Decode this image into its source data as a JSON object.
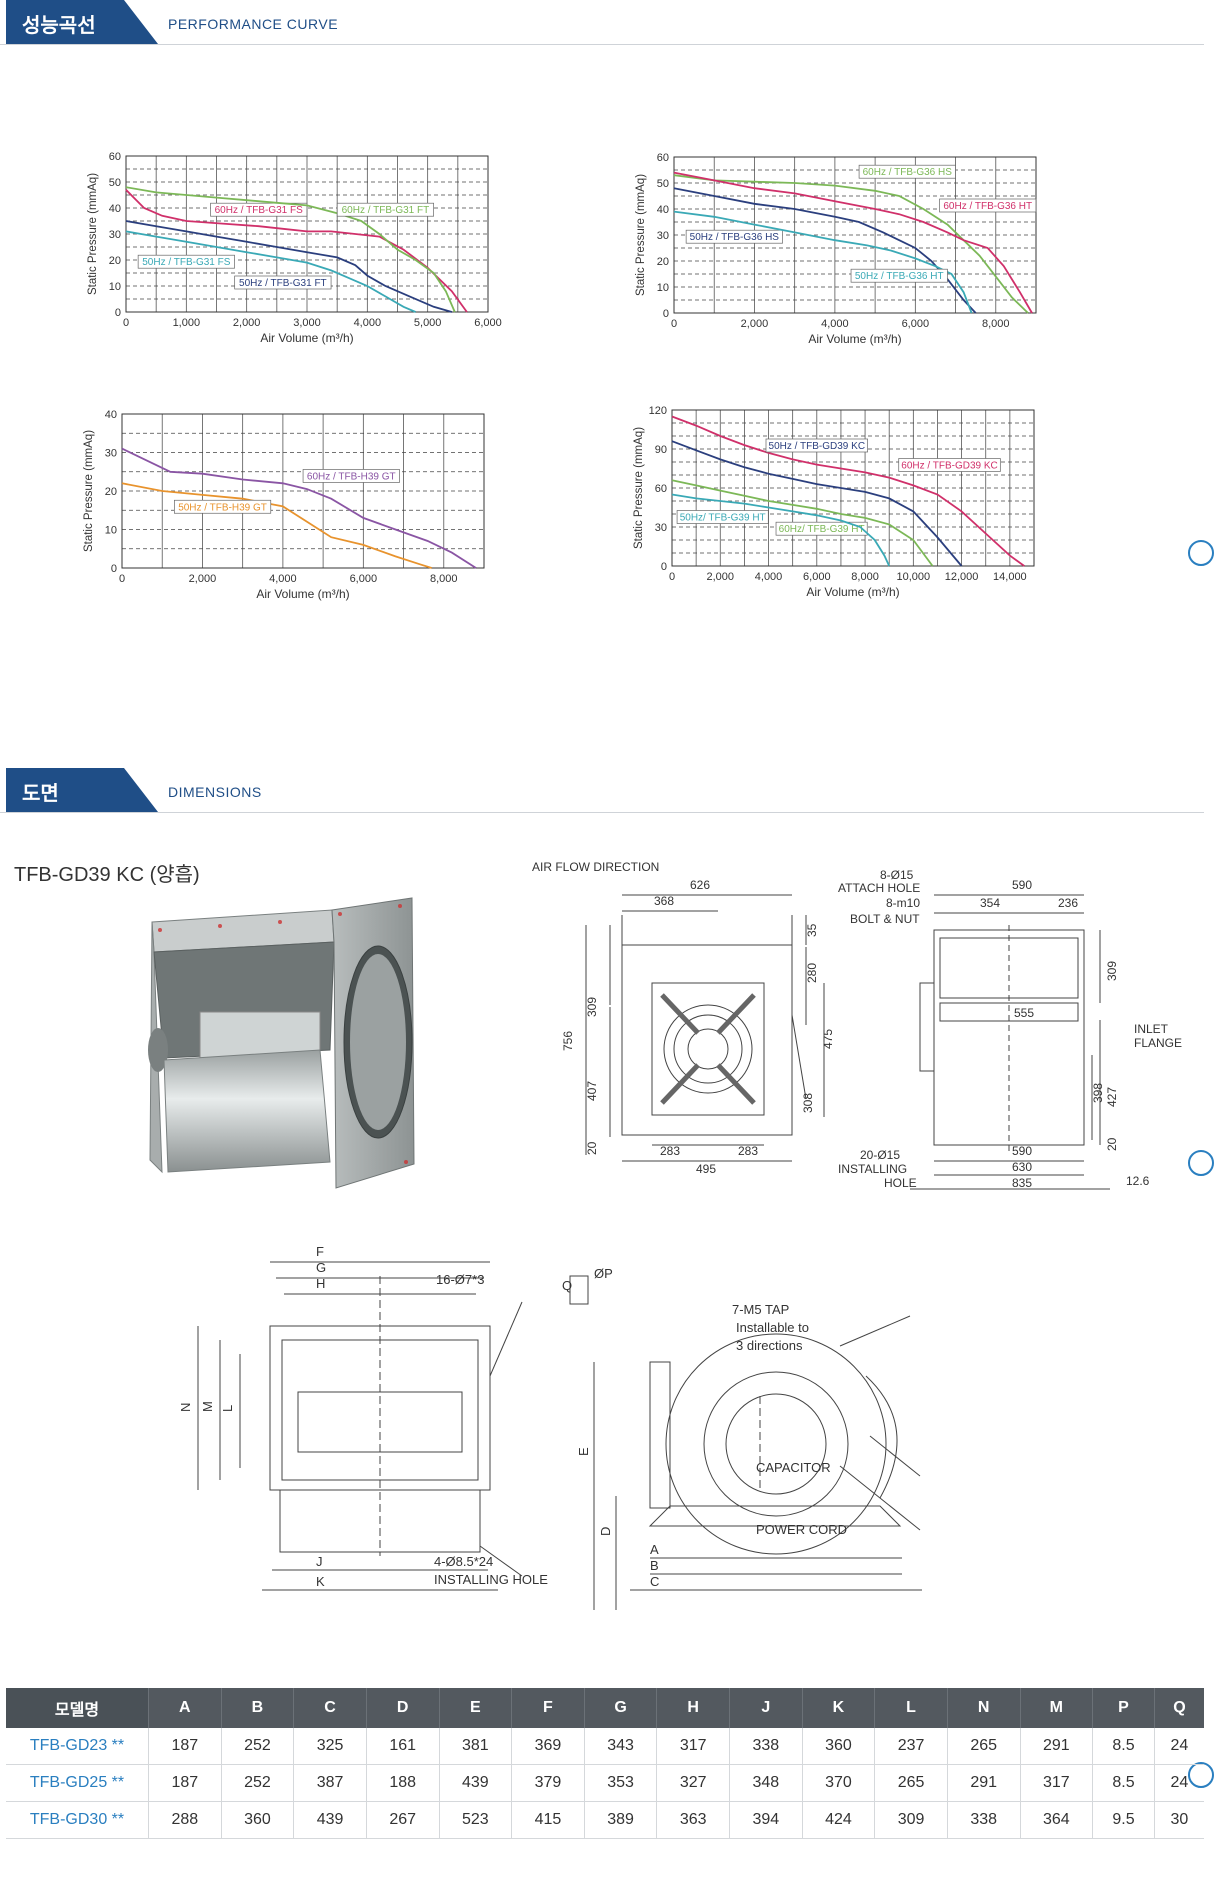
{
  "sections": {
    "performance": {
      "ko": "성능곡선",
      "en": "PERFORMANCE CURVE"
    },
    "dimensions": {
      "ko": "도면",
      "en": "DIMENSIONS"
    }
  },
  "model_title": "TFB-GD39 KC (양흡)",
  "colors": {
    "red": "#d0306a",
    "green": "#7cb857",
    "navy": "#2b3f7e",
    "teal": "#3aa9b6",
    "purple": "#8a55a4",
    "orange": "#e8932d",
    "header_blue": "#1f4e87"
  },
  "chart_data": [
    {
      "type": "line",
      "ylabel": "Static Pressure (mmAq)",
      "xlabel": "Air Volume (m³/h)",
      "xlim": [
        0,
        6000
      ],
      "ylim": [
        0,
        60
      ],
      "xticks": [
        0,
        1000,
        2000,
        3000,
        4000,
        5000,
        6000
      ],
      "xtick_labels": [
        "0",
        "1,000",
        "2,000",
        "3,000",
        "4,000",
        "5,000",
        "6,000"
      ],
      "yticks": [
        0,
        10,
        20,
        30,
        40,
        50,
        60
      ],
      "series": [
        {
          "name": "60Hz / TFB-G31 FS",
          "color": "red",
          "x": [
            0,
            300,
            600,
            1000,
            1600,
            2200,
            2600,
            3000,
            3400,
            3800,
            4200,
            4600,
            5000,
            5400,
            5650
          ],
          "y": [
            47,
            40,
            37,
            35,
            34,
            33,
            32,
            31,
            31,
            30,
            29,
            24,
            17,
            8,
            0
          ],
          "label_at": [
            2200,
            38
          ]
        },
        {
          "name": "60Hz / TFB-G31 FT",
          "color": "green",
          "x": [
            0,
            500,
            1000,
            1500,
            2000,
            2500,
            3000,
            3500,
            3900,
            4200,
            4500,
            4800,
            5100,
            5300,
            5450
          ],
          "y": [
            48,
            46,
            45,
            44,
            43,
            42,
            41,
            38,
            35,
            30,
            24,
            20,
            15,
            8,
            0
          ],
          "label_at": [
            4300,
            38
          ]
        },
        {
          "name": "50Hz / TFB-G31 FT",
          "color": "navy",
          "x": [
            0,
            500,
            1000,
            1500,
            2000,
            2500,
            3000,
            3500,
            3800,
            4000,
            4300,
            4700,
            5100,
            5400
          ],
          "y": [
            35,
            33,
            31,
            29,
            27,
            25,
            23,
            21,
            18,
            14,
            10,
            6,
            2,
            0
          ],
          "label_at": [
            2600,
            10
          ]
        },
        {
          "name": "50Hz / TFB-G31 FS",
          "color": "teal",
          "x": [
            0,
            500,
            1000,
            1500,
            2000,
            2500,
            3000,
            3400,
            3700,
            4000,
            4300,
            4600,
            4800
          ],
          "y": [
            31,
            29,
            27,
            25,
            23,
            21,
            19,
            16,
            13,
            10,
            6,
            2,
            0
          ],
          "label_at": [
            1000,
            18
          ]
        }
      ]
    },
    {
      "type": "line",
      "ylabel": "Static Pressure (mmAq)",
      "xlabel": "Air Volume (m³/h)",
      "xlim": [
        0,
        9000
      ],
      "ylim": [
        0,
        60
      ],
      "xticks": [
        0,
        2000,
        4000,
        6000,
        8000
      ],
      "xtick_labels": [
        "0",
        "2,000",
        "4,000",
        "6,000",
        "8,000"
      ],
      "yticks": [
        0,
        10,
        20,
        30,
        40,
        50,
        60
      ],
      "series": [
        {
          "name": "60Hz / TFB-G36 HS",
          "color": "green",
          "x": [
            0,
            1000,
            2000,
            3000,
            4000,
            5000,
            5600,
            6200,
            6800,
            7200,
            7600,
            8000,
            8400,
            8800
          ],
          "y": [
            53,
            51,
            50.5,
            50,
            49,
            47,
            45,
            40,
            34,
            28,
            22,
            14,
            6,
            0
          ],
          "label_at": [
            5800,
            53
          ]
        },
        {
          "name": "60Hz / TFB-G36 HT",
          "color": "red",
          "x": [
            0,
            1000,
            2000,
            3000,
            4000,
            5000,
            5600,
            6200,
            6800,
            7200,
            7800,
            8200,
            8600,
            8900
          ],
          "y": [
            54,
            51,
            48,
            46,
            43,
            40,
            38,
            35,
            31,
            28,
            25,
            18,
            8,
            0
          ],
          "label_at": [
            7800,
            40
          ]
        },
        {
          "name": "50Hz / TFB-G36 HS",
          "color": "navy",
          "x": [
            0,
            1000,
            2000,
            3000,
            4000,
            4600,
            5200,
            5600,
            6000,
            6400,
            6800,
            7200,
            7500
          ],
          "y": [
            48,
            45,
            42,
            40,
            37,
            35,
            31,
            28,
            25,
            20,
            13,
            5,
            0
          ],
          "label_at": [
            1500,
            28
          ]
        },
        {
          "name": "50Hz / TFB-G36 HT",
          "color": "teal",
          "x": [
            0,
            1000,
            2000,
            3000,
            4000,
            4800,
            5400,
            6000,
            6500,
            6900,
            7200,
            7400
          ],
          "y": [
            39,
            37,
            34,
            31,
            28,
            26,
            24,
            21,
            18,
            15,
            8,
            0
          ],
          "label_at": [
            5600,
            13
          ]
        }
      ]
    },
    {
      "type": "line",
      "ylabel": "Static Pressure (mmAq)",
      "xlabel": "Air Volume (m³/h)",
      "xlim": [
        0,
        9000
      ],
      "ylim": [
        0,
        40
      ],
      "xticks": [
        0,
        2000,
        4000,
        6000,
        8000
      ],
      "xtick_labels": [
        "0",
        "2,000",
        "4,000",
        "6,000",
        "8,000"
      ],
      "yticks": [
        0,
        10,
        20,
        30,
        40
      ],
      "series": [
        {
          "name": "60Hz / TFB-H39 GT",
          "color": "purple",
          "x": [
            0,
            600,
            1200,
            2000,
            3000,
            4000,
            4600,
            5200,
            6000,
            6800,
            7600,
            8200,
            8800
          ],
          "y": [
            31,
            28,
            25,
            24.5,
            23,
            22,
            20.5,
            18,
            13,
            10,
            7,
            4,
            0
          ],
          "label_at": [
            5700,
            23
          ]
        },
        {
          "name": "50Hz / TFB-H39 GT",
          "color": "orange",
          "x": [
            0,
            1000,
            2000,
            3000,
            4000,
            4600,
            5200,
            6000,
            6800,
            7400,
            7700
          ],
          "y": [
            22,
            20,
            19,
            18,
            16,
            12,
            8,
            6,
            3,
            1,
            0
          ],
          "label_at": [
            2500,
            15
          ]
        }
      ]
    },
    {
      "type": "line",
      "ylabel": "Static Pressure (mmAq)",
      "xlabel": "Air Volume (m³/h)",
      "xlim": [
        0,
        15000
      ],
      "ylim": [
        0,
        120
      ],
      "xticks": [
        0,
        2000,
        4000,
        6000,
        8000,
        10000,
        12000,
        14000
      ],
      "xtick_labels": [
        "0",
        "2,000",
        "4,000",
        "6,000",
        "8,000",
        "10,000",
        "12,000",
        "14,000"
      ],
      "yticks": [
        0,
        30,
        60,
        90,
        120
      ],
      "series": [
        {
          "name": "60Hz / TFB-GD39 KC",
          "color": "red",
          "x": [
            0,
            1000,
            2000,
            3000,
            4000,
            5000,
            6000,
            7000,
            8000,
            9000,
            10000,
            11000,
            12000,
            13000,
            14000,
            14600
          ],
          "y": [
            115,
            108,
            100,
            93,
            87,
            82,
            78,
            75,
            72,
            68,
            62,
            55,
            42,
            25,
            8,
            0
          ],
          "label_at": [
            11500,
            75
          ]
        },
        {
          "name": "50Hz / TFB-GD39 KC",
          "color": "navy",
          "x": [
            0,
            1000,
            2000,
            3000,
            4000,
            5000,
            6000,
            7000,
            8000,
            9000,
            10000,
            11000,
            12000
          ],
          "y": [
            96,
            89,
            82,
            76,
            71,
            67,
            63,
            60,
            57,
            52,
            42,
            22,
            0
          ],
          "label_at": [
            6000,
            90
          ]
        },
        {
          "name": "60Hz/ TFB-G39 HT",
          "color": "green",
          "x": [
            0,
            1000,
            2000,
            3000,
            4000,
            5000,
            6000,
            7000,
            8000,
            9000,
            10000,
            10800
          ],
          "y": [
            66,
            62,
            58,
            54,
            50,
            47,
            44,
            40,
            37,
            32,
            20,
            0
          ],
          "label_at": [
            6200,
            26
          ]
        },
        {
          "name": "50Hz/ TFB-G39 HT",
          "color": "teal",
          "x": [
            0,
            1000,
            2000,
            3000,
            4000,
            5000,
            6000,
            7000,
            7800,
            8400,
            8800,
            9000
          ],
          "y": [
            55,
            52,
            50,
            48,
            45,
            42,
            39,
            35,
            30,
            20,
            8,
            0
          ],
          "label_at": [
            2100,
            35
          ]
        }
      ]
    }
  ],
  "drawing_top": {
    "air_flow": "AIR FLOW DIRECTION",
    "front": {
      "w626": "626",
      "w368": "368",
      "h309": "309",
      "h756": "756",
      "h407": "407",
      "h20": "20",
      "h35": "35",
      "h280": "280",
      "h475": "475",
      "h308": "308",
      "w283a": "283",
      "w283b": "283",
      "w495": "495"
    },
    "side": {
      "attach1": "8-Ø15",
      "attach2": "ATTACH HOLE",
      "bolt1": "8-m10",
      "bolt2": "BOLT & NUT",
      "w590": "590",
      "w354": "354",
      "w236": "236",
      "w555": "555",
      "h309": "309",
      "inlet1": "INLET",
      "inlet2": "FLANGE",
      "h398": "398",
      "h427": "427",
      "h20": "20",
      "inst1": "20-Ø15",
      "inst2": "INSTALLING",
      "inst3": "HOLE",
      "b590": "590",
      "b630": "630",
      "b835": "835",
      "b126": "12.6"
    }
  },
  "drawing_bottom": {
    "F": "F",
    "G": "G",
    "H": "H",
    "N": "N",
    "M": "M",
    "L": "L",
    "J": "J",
    "K": "K",
    "holes1": "16-Ø7*3",
    "holes2a": "4-Ø8.5*24",
    "holes2b": "INSTALLING HOLE",
    "Q": "Q",
    "P": "ØP",
    "E": "E",
    "D": "D",
    "A": "A",
    "B": "B",
    "C": "C",
    "tap1": "7-M5 TAP",
    "tap2": "Installable to",
    "tap3": "3 directions",
    "capacitor": "CAPACITOR",
    "power_cord": "POWER CORD"
  },
  "table": {
    "headers": [
      "모델명",
      "A",
      "B",
      "C",
      "D",
      "E",
      "F",
      "G",
      "H",
      "J",
      "K",
      "L",
      "N",
      "M",
      "P",
      "Q"
    ],
    "rows": [
      [
        "TFB-GD23 **",
        "187",
        "252",
        "325",
        "161",
        "381",
        "369",
        "343",
        "317",
        "338",
        "360",
        "237",
        "265",
        "291",
        "8.5",
        "24"
      ],
      [
        "TFB-GD25 **",
        "187",
        "252",
        "387",
        "188",
        "439",
        "379",
        "353",
        "327",
        "348",
        "370",
        "265",
        "291",
        "317",
        "8.5",
        "24"
      ],
      [
        "TFB-GD30 **",
        "288",
        "360",
        "439",
        "267",
        "523",
        "415",
        "389",
        "363",
        "394",
        "424",
        "309",
        "338",
        "364",
        "9.5",
        "30"
      ]
    ]
  }
}
